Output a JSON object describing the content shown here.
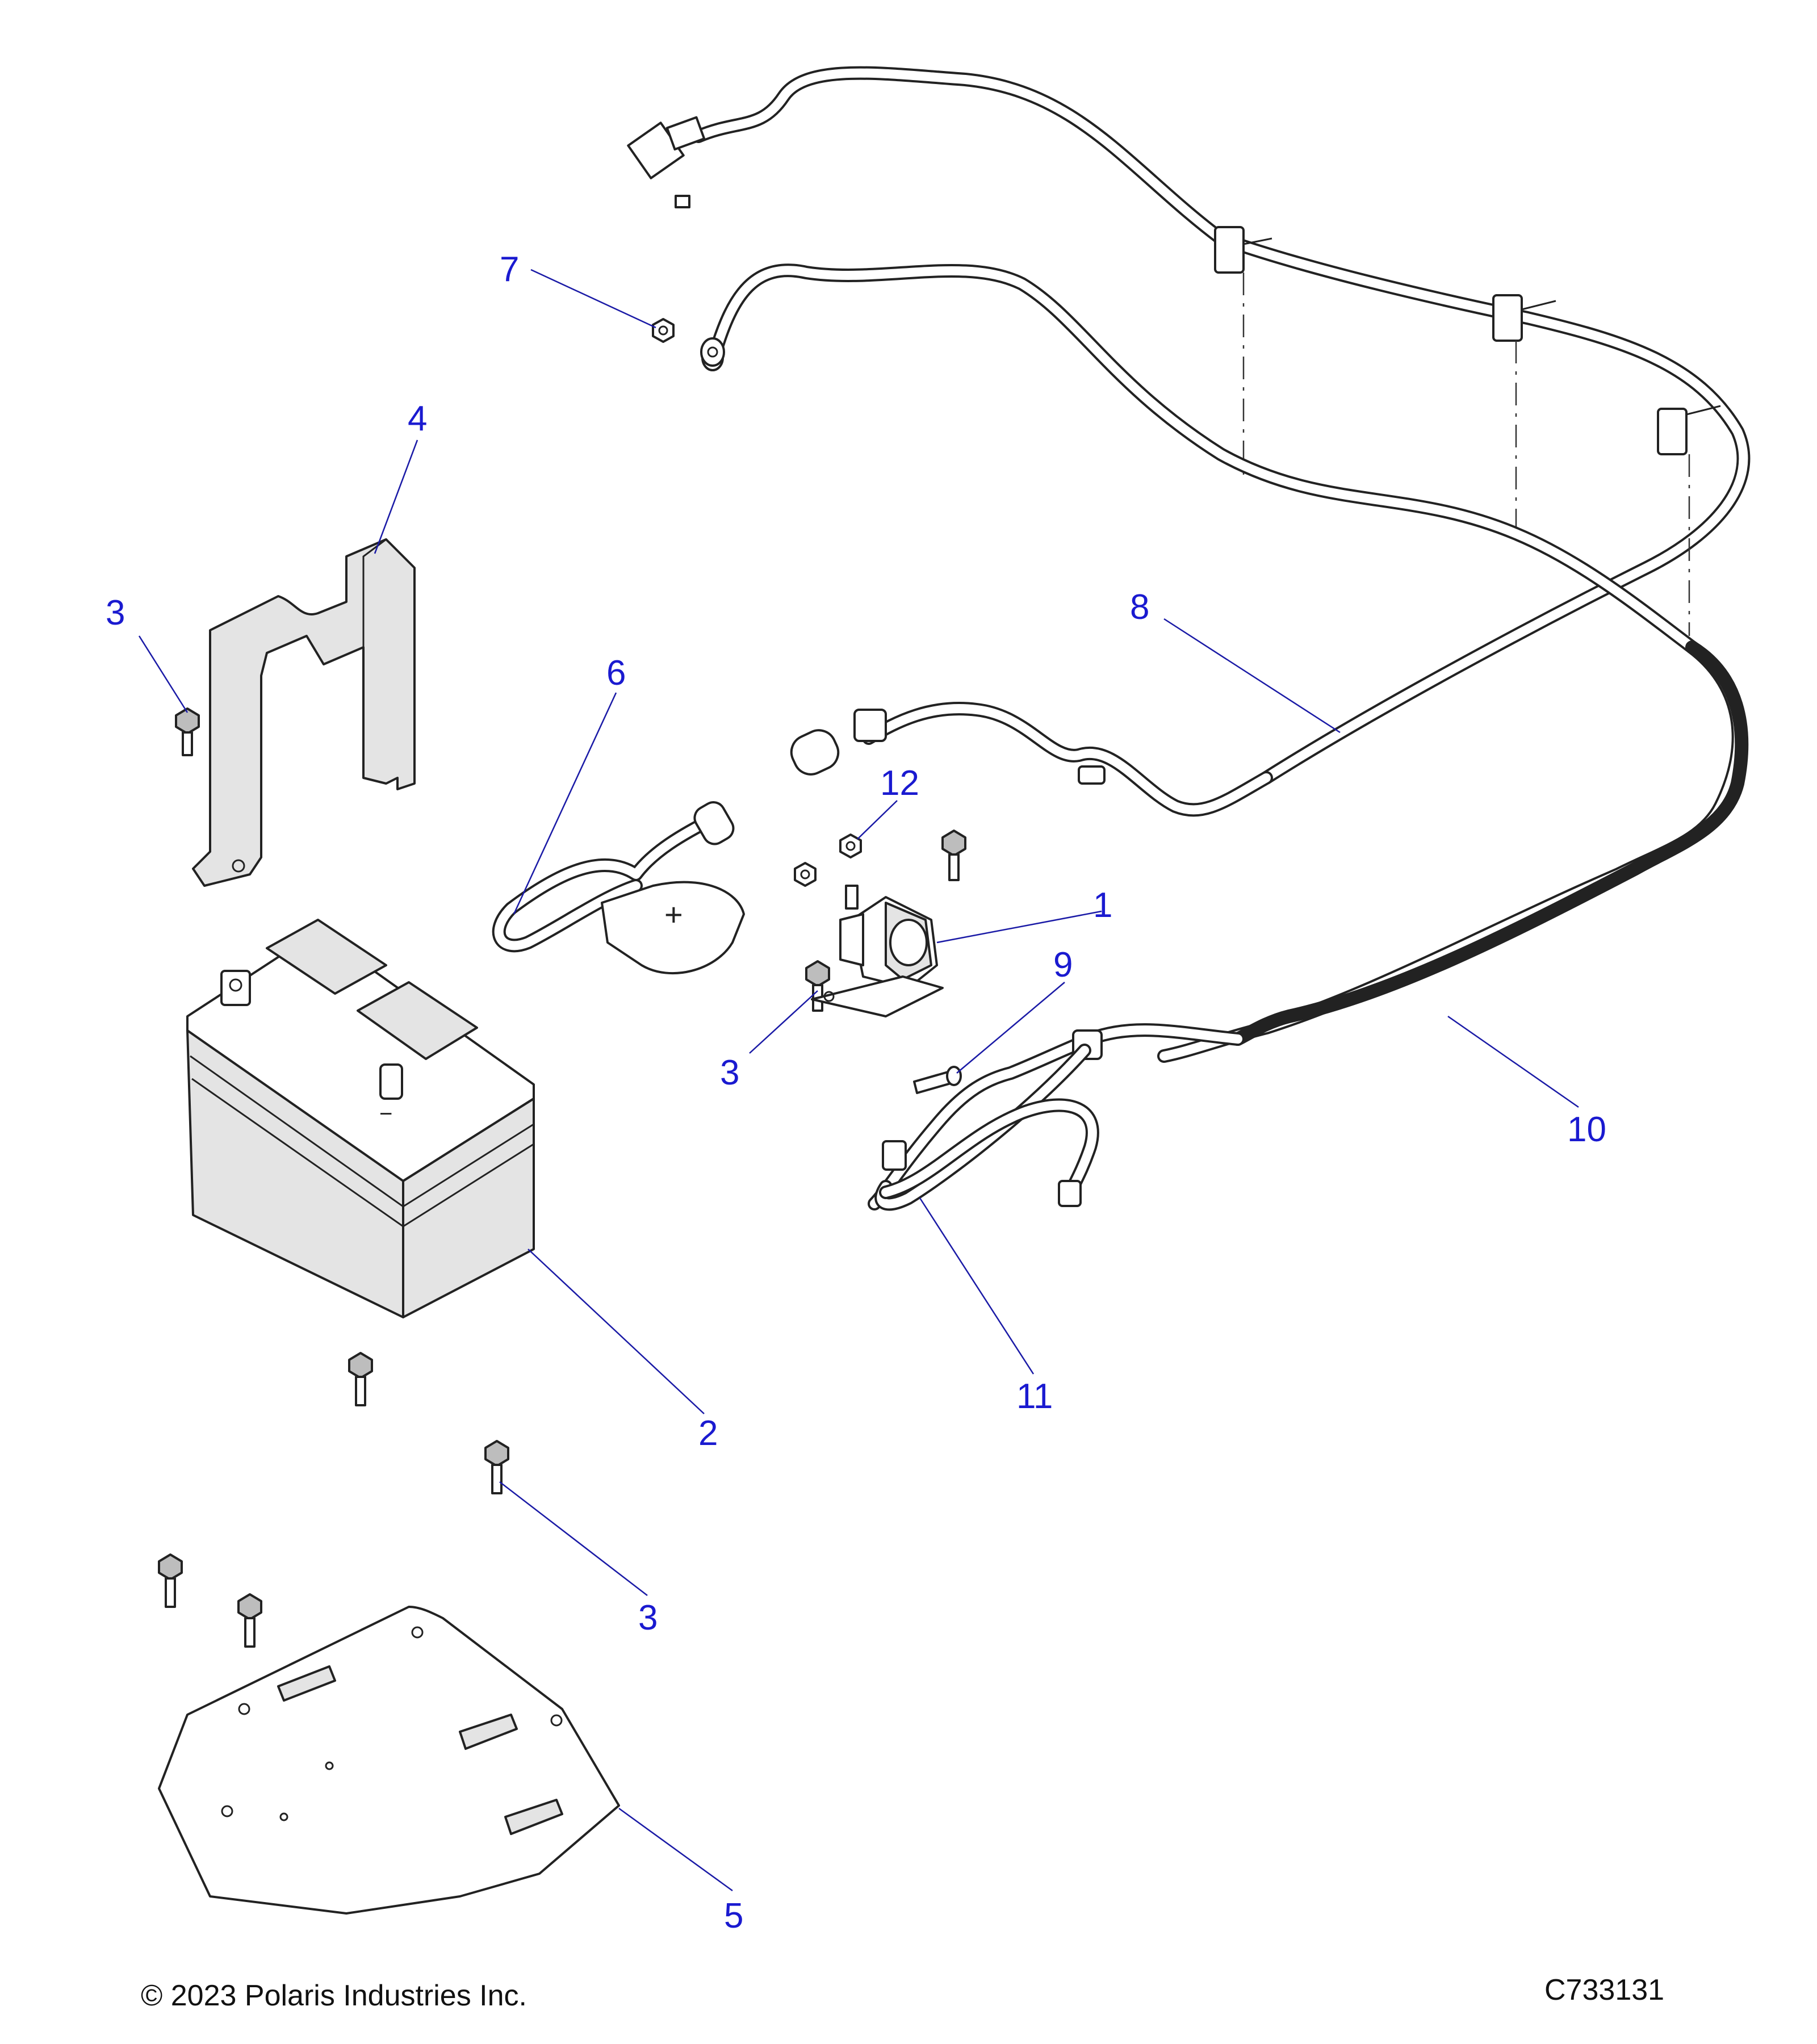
{
  "callouts": {
    "c1": "1",
    "c2": "2",
    "c3a": "3",
    "c3b": "3",
    "c3c": "3",
    "c4": "4",
    "c5": "5",
    "c6": "6",
    "c7": "7",
    "c8": "8",
    "c9": "9",
    "c10": "10",
    "c11": "11",
    "c12": "12"
  },
  "battery_marks": {
    "positive_terminal": "+",
    "negative_terminal": "−"
  },
  "footer": {
    "copyright": "© 2023 Polaris Industries Inc.",
    "figure_id": "C733131"
  },
  "colors": {
    "callout_text": "#1a1ad0",
    "leader_line": "#1a1aa6",
    "line_art": "#222222"
  }
}
